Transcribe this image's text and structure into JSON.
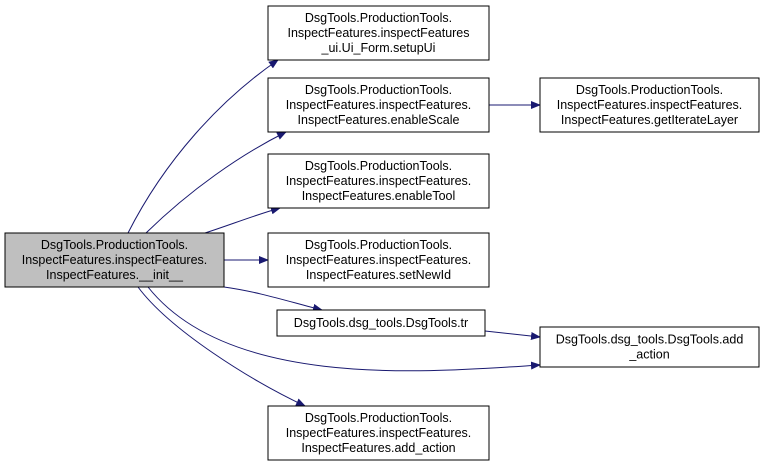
{
  "colors": {
    "edge": "#191970",
    "node_border": "#000000",
    "node_fill": "#ffffff",
    "root_fill": "#bfbfbf",
    "text": "#000000"
  },
  "nodes": [
    {
      "id": "init",
      "root": true,
      "lines": [
        "DsgTools.ProductionTools.",
        "InspectFeatures.inspectFeatures.",
        "InspectFeatures.__init__"
      ]
    },
    {
      "id": "setupUi",
      "lines": [
        "DsgTools.ProductionTools.",
        "InspectFeatures.inspectFeatures",
        "_ui.Ui_Form.setupUi"
      ]
    },
    {
      "id": "enableScale",
      "lines": [
        "DsgTools.ProductionTools.",
        "InspectFeatures.inspectFeatures.",
        "InspectFeatures.enableScale"
      ]
    },
    {
      "id": "getIterateLayer",
      "lines": [
        "DsgTools.ProductionTools.",
        "InspectFeatures.inspectFeatures.",
        "InspectFeatures.getIterateLayer"
      ]
    },
    {
      "id": "enableTool",
      "lines": [
        "DsgTools.ProductionTools.",
        "InspectFeatures.inspectFeatures.",
        "InspectFeatures.enableTool"
      ]
    },
    {
      "id": "setNewId",
      "lines": [
        "DsgTools.ProductionTools.",
        "InspectFeatures.inspectFeatures.",
        "InspectFeatures.setNewId"
      ]
    },
    {
      "id": "tr",
      "lines": [
        "DsgTools.dsg_tools.DsgTools.tr"
      ]
    },
    {
      "id": "add_action_dsg",
      "lines": [
        "DsgTools.dsg_tools.DsgTools.add",
        "_action"
      ]
    },
    {
      "id": "add_action_inspect",
      "lines": [
        "DsgTools.ProductionTools.",
        "InspectFeatures.inspectFeatures.",
        "InspectFeatures.add_action"
      ]
    }
  ],
  "edges": [
    {
      "from": "init",
      "to": "setupUi"
    },
    {
      "from": "init",
      "to": "enableScale"
    },
    {
      "from": "init",
      "to": "enableTool"
    },
    {
      "from": "init",
      "to": "setNewId"
    },
    {
      "from": "init",
      "to": "tr"
    },
    {
      "from": "init",
      "to": "add_action_dsg"
    },
    {
      "from": "init",
      "to": "add_action_inspect"
    },
    {
      "from": "enableScale",
      "to": "getIterateLayer"
    },
    {
      "from": "tr",
      "to": "add_action_dsg"
    }
  ]
}
